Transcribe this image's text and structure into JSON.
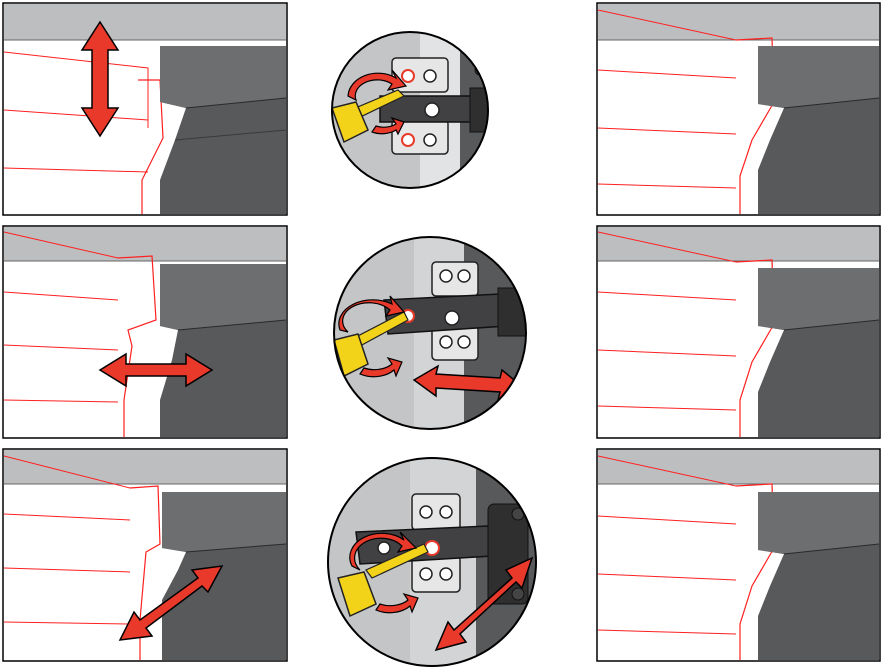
{
  "figure": {
    "rows": [
      {
        "id": "vertical",
        "adjustment": "vertical",
        "arrow_direction": "up-down"
      },
      {
        "id": "lateral",
        "adjustment": "side",
        "arrow_direction": "left-right"
      },
      {
        "id": "depth",
        "adjustment": "depth",
        "arrow_direction": "diagonal"
      }
    ],
    "columns": [
      "before",
      "hinge-detail",
      "after"
    ]
  },
  "colors": {
    "cabinet_dark": "#58595b",
    "cabinet_mid": "#6d6e70",
    "door_outline": "#ff2020",
    "counter_gray": "#bdbec0",
    "arrow_fill": "#e8392a",
    "screwdriver": "#f3d21a",
    "hinge_dark": "#414143",
    "background": "#ffffff"
  },
  "icons": [
    "double-arrow-icon",
    "rotate-arrow-icon",
    "screwdriver-icon",
    "hinge-icon",
    "screw-icon"
  ]
}
